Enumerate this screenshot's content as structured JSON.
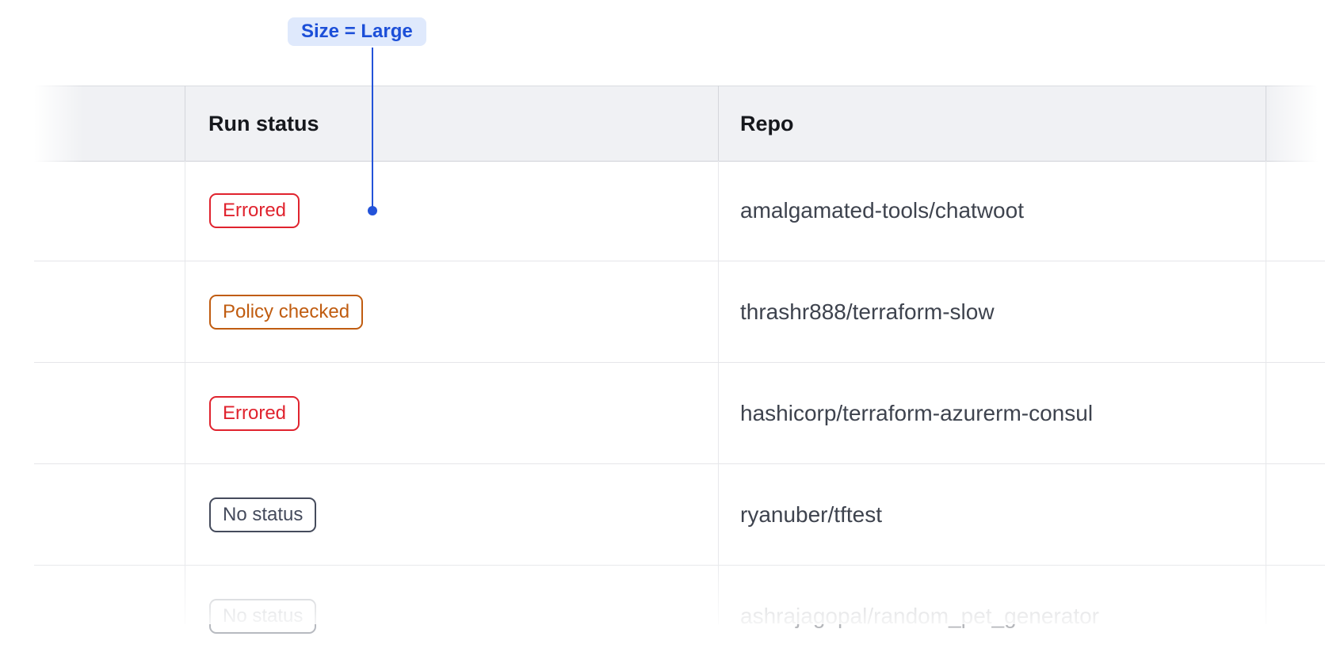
{
  "annotation": {
    "label": "Size = Large",
    "text_color": "#1c4fd8",
    "background_color": "#dfe9fc",
    "line_color": "#2353d9"
  },
  "table": {
    "columns": [
      {
        "label": ""
      },
      {
        "label": "Run status"
      },
      {
        "label": "Repo"
      }
    ],
    "rows": [
      {
        "status": "Errored",
        "status_color": "#e0232e",
        "repo": "amalgamated-tools/chatwoot",
        "faded": false
      },
      {
        "status": "Policy checked",
        "status_color": "#c05c10",
        "repo": "thrashr888/terraform-slow",
        "faded": false
      },
      {
        "status": "Errored",
        "status_color": "#e0232e",
        "repo": "hashicorp/terraform-azurerm-consul",
        "faded": false
      },
      {
        "status": "No status",
        "status_color": "#454b5c",
        "repo": "ryanuber/tftest",
        "faded": false
      },
      {
        "status": "No status",
        "status_color": "#454b5c",
        "repo": "ashrajagopal/random_pet_generator",
        "faded": true
      }
    ]
  }
}
